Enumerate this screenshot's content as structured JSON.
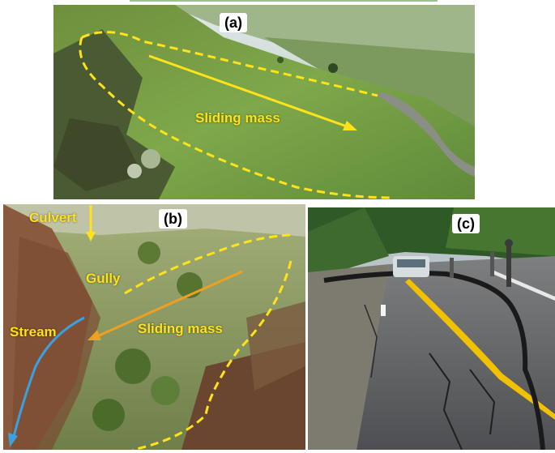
{
  "colors": {
    "annotation_yellow": "#ffe21a",
    "stream_blue": "#3aa0e0",
    "arrow_orange": "#f0a020",
    "road_marking_yellow": "#f2c200"
  },
  "panels": {
    "a": {
      "label": "(a)",
      "annotations": {
        "sliding_mass": "Sliding mass"
      }
    },
    "b": {
      "label": "(b)",
      "annotations": {
        "culvert": "Culvert",
        "gully": "Gully",
        "stream": "Stream",
        "sliding_mass": "Sliding mass"
      }
    },
    "c": {
      "label": "(c)"
    }
  }
}
